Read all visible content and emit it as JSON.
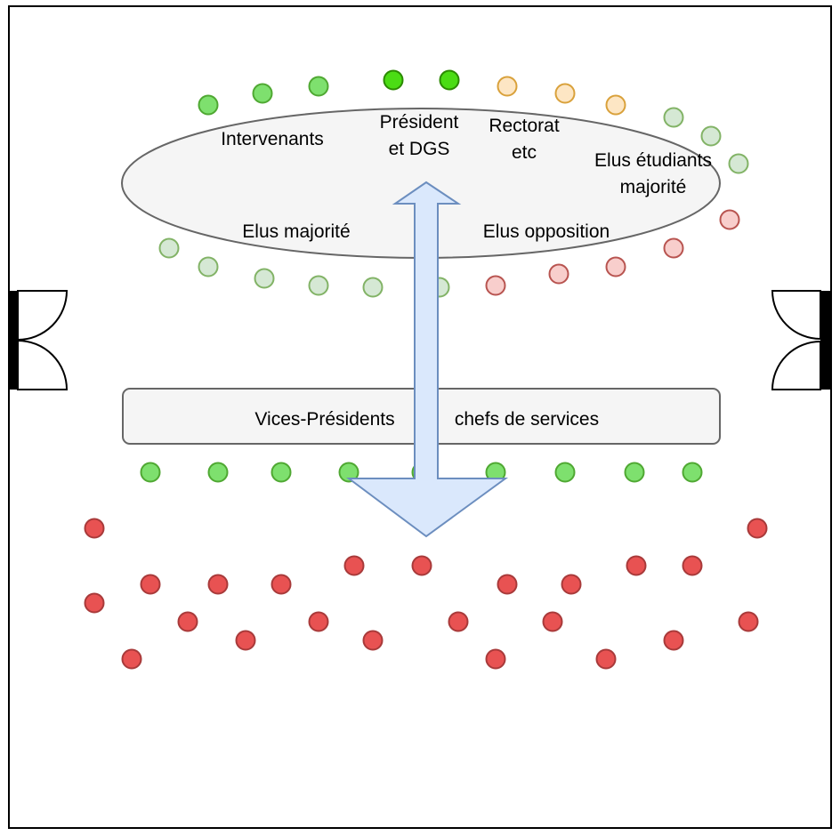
{
  "labels": {
    "intervenants": "Intervenants",
    "president_line1": "Président",
    "president_line2": "et DGS",
    "rectorat_line1": "Rectorat",
    "rectorat_line2": "etc",
    "elus_etudiants_line1": "Elus étudiants",
    "elus_etudiants_line2": "majorité",
    "elus_majorite": "Elus majorité",
    "elus_opposition": "Elus opposition",
    "vp_left": "Vices-Présidents",
    "vp_right": "chefs de services"
  },
  "colors": {
    "green_fill": "#7ee06e",
    "green_stroke": "#4fa832",
    "bright_green_fill": "#4bdc14",
    "bright_green_stroke": "#2b8a00",
    "orange_fill": "#fde6c4",
    "orange_stroke": "#d9a13b",
    "light_green_fill": "#d5e8d4",
    "light_green_stroke": "#82b366",
    "pink_fill": "#f8cecc",
    "pink_stroke": "#b85450",
    "red_fill": "#e85252",
    "red_stroke": "#a83a3a",
    "arrow_fill": "#dae8fc",
    "arrow_stroke": "#6c8ebf",
    "table_fill": "#f5f5f5",
    "table_stroke": "#666666"
  }
}
